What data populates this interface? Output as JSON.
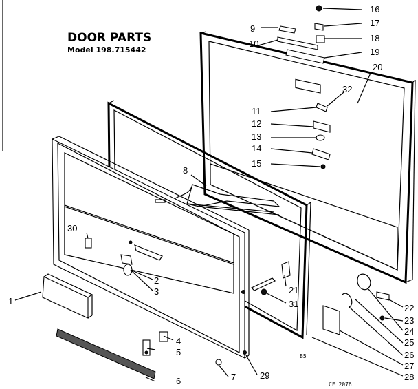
{
  "header": {
    "title": "DOOR PARTS",
    "model": "Model 198.715442"
  },
  "footer": {
    "mark_b5": "B5",
    "code": "CF 2076"
  },
  "callouts": [
    "1",
    "2",
    "3",
    "4",
    "5",
    "6",
    "7",
    "8",
    "9",
    "10",
    "11",
    "12",
    "13",
    "14",
    "15",
    "16",
    "17",
    "18",
    "19",
    "20",
    "21",
    "22",
    "23",
    "24",
    "25",
    "26",
    "27",
    "28",
    "29",
    "30",
    "31",
    "32"
  ]
}
